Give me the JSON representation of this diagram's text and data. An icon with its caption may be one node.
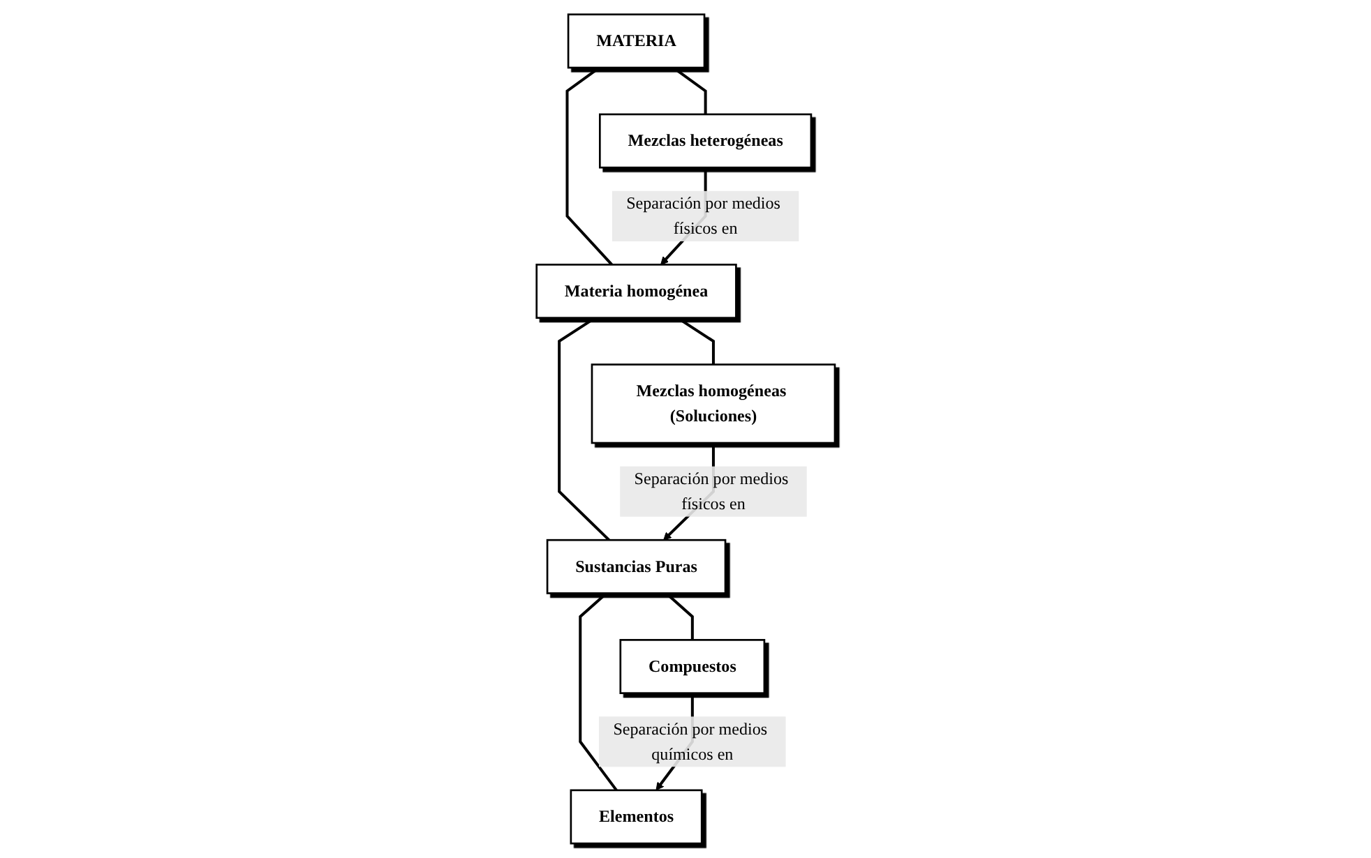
{
  "diagram": {
    "nodes": [
      {
        "text": [
          "MATERIA"
        ]
      },
      {
        "text": [
          "Mezclas heterogéneas"
        ]
      },
      {
        "text": [
          "Materia homogénea"
        ]
      },
      {
        "text": [
          "Mezclas homogéneas (Soluciones)"
        ]
      },
      {
        "text": [
          "Sustancias Puras"
        ]
      },
      {
        "text": [
          "Compuestos"
        ]
      },
      {
        "text": [
          "Elementos"
        ]
      }
    ],
    "edges": [
      {
        "from": 0,
        "to": 1,
        "arrow": "none"
      },
      {
        "from": 0,
        "to": 2,
        "arrow": "none"
      },
      {
        "from": 1,
        "to": 2,
        "arrow": "to",
        "label": "Separación por medios físicos en"
      },
      {
        "from": 2,
        "to": 3,
        "arrow": "none"
      },
      {
        "from": 2,
        "to": 4,
        "arrow": "none"
      },
      {
        "from": 3,
        "to": 4,
        "arrow": "to",
        "label": "Separación por medios físicos en"
      },
      {
        "from": 4,
        "to": 5,
        "arrow": "none"
      },
      {
        "from": 4,
        "to": 6,
        "arrow": "none"
      },
      {
        "from": 5,
        "to": 6,
        "arrow": "to",
        "label": "Separación por medios químicos en"
      }
    ]
  }
}
